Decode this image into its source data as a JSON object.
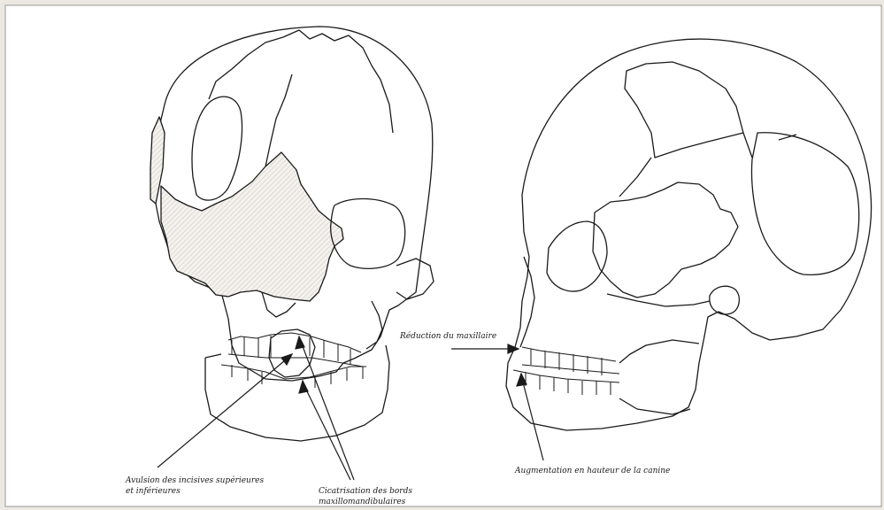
{
  "annotations": {
    "avulsion": [
      "Avulsion des incisives supérieures",
      "et inférieures"
    ],
    "cicatrisation": [
      "Cicatrisation des bords",
      "maxillomandibulaires"
    ],
    "reduction": "Réduction du maxillaire",
    "augmentation": "Augmentation en hauteur de la canine"
  },
  "colors": {
    "paper": "#ffffff",
    "line": "#1a1a1a",
    "hatch": "#dcd8d0",
    "border": "#888888"
  }
}
